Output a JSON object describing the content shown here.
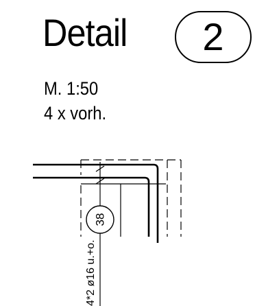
{
  "title": "Detail",
  "detail_number": "2",
  "scale": "M. 1:50",
  "count": "4 x vorh.",
  "bar_mark": "38",
  "bar_spec": "4*2 ø16 u.+o."
}
